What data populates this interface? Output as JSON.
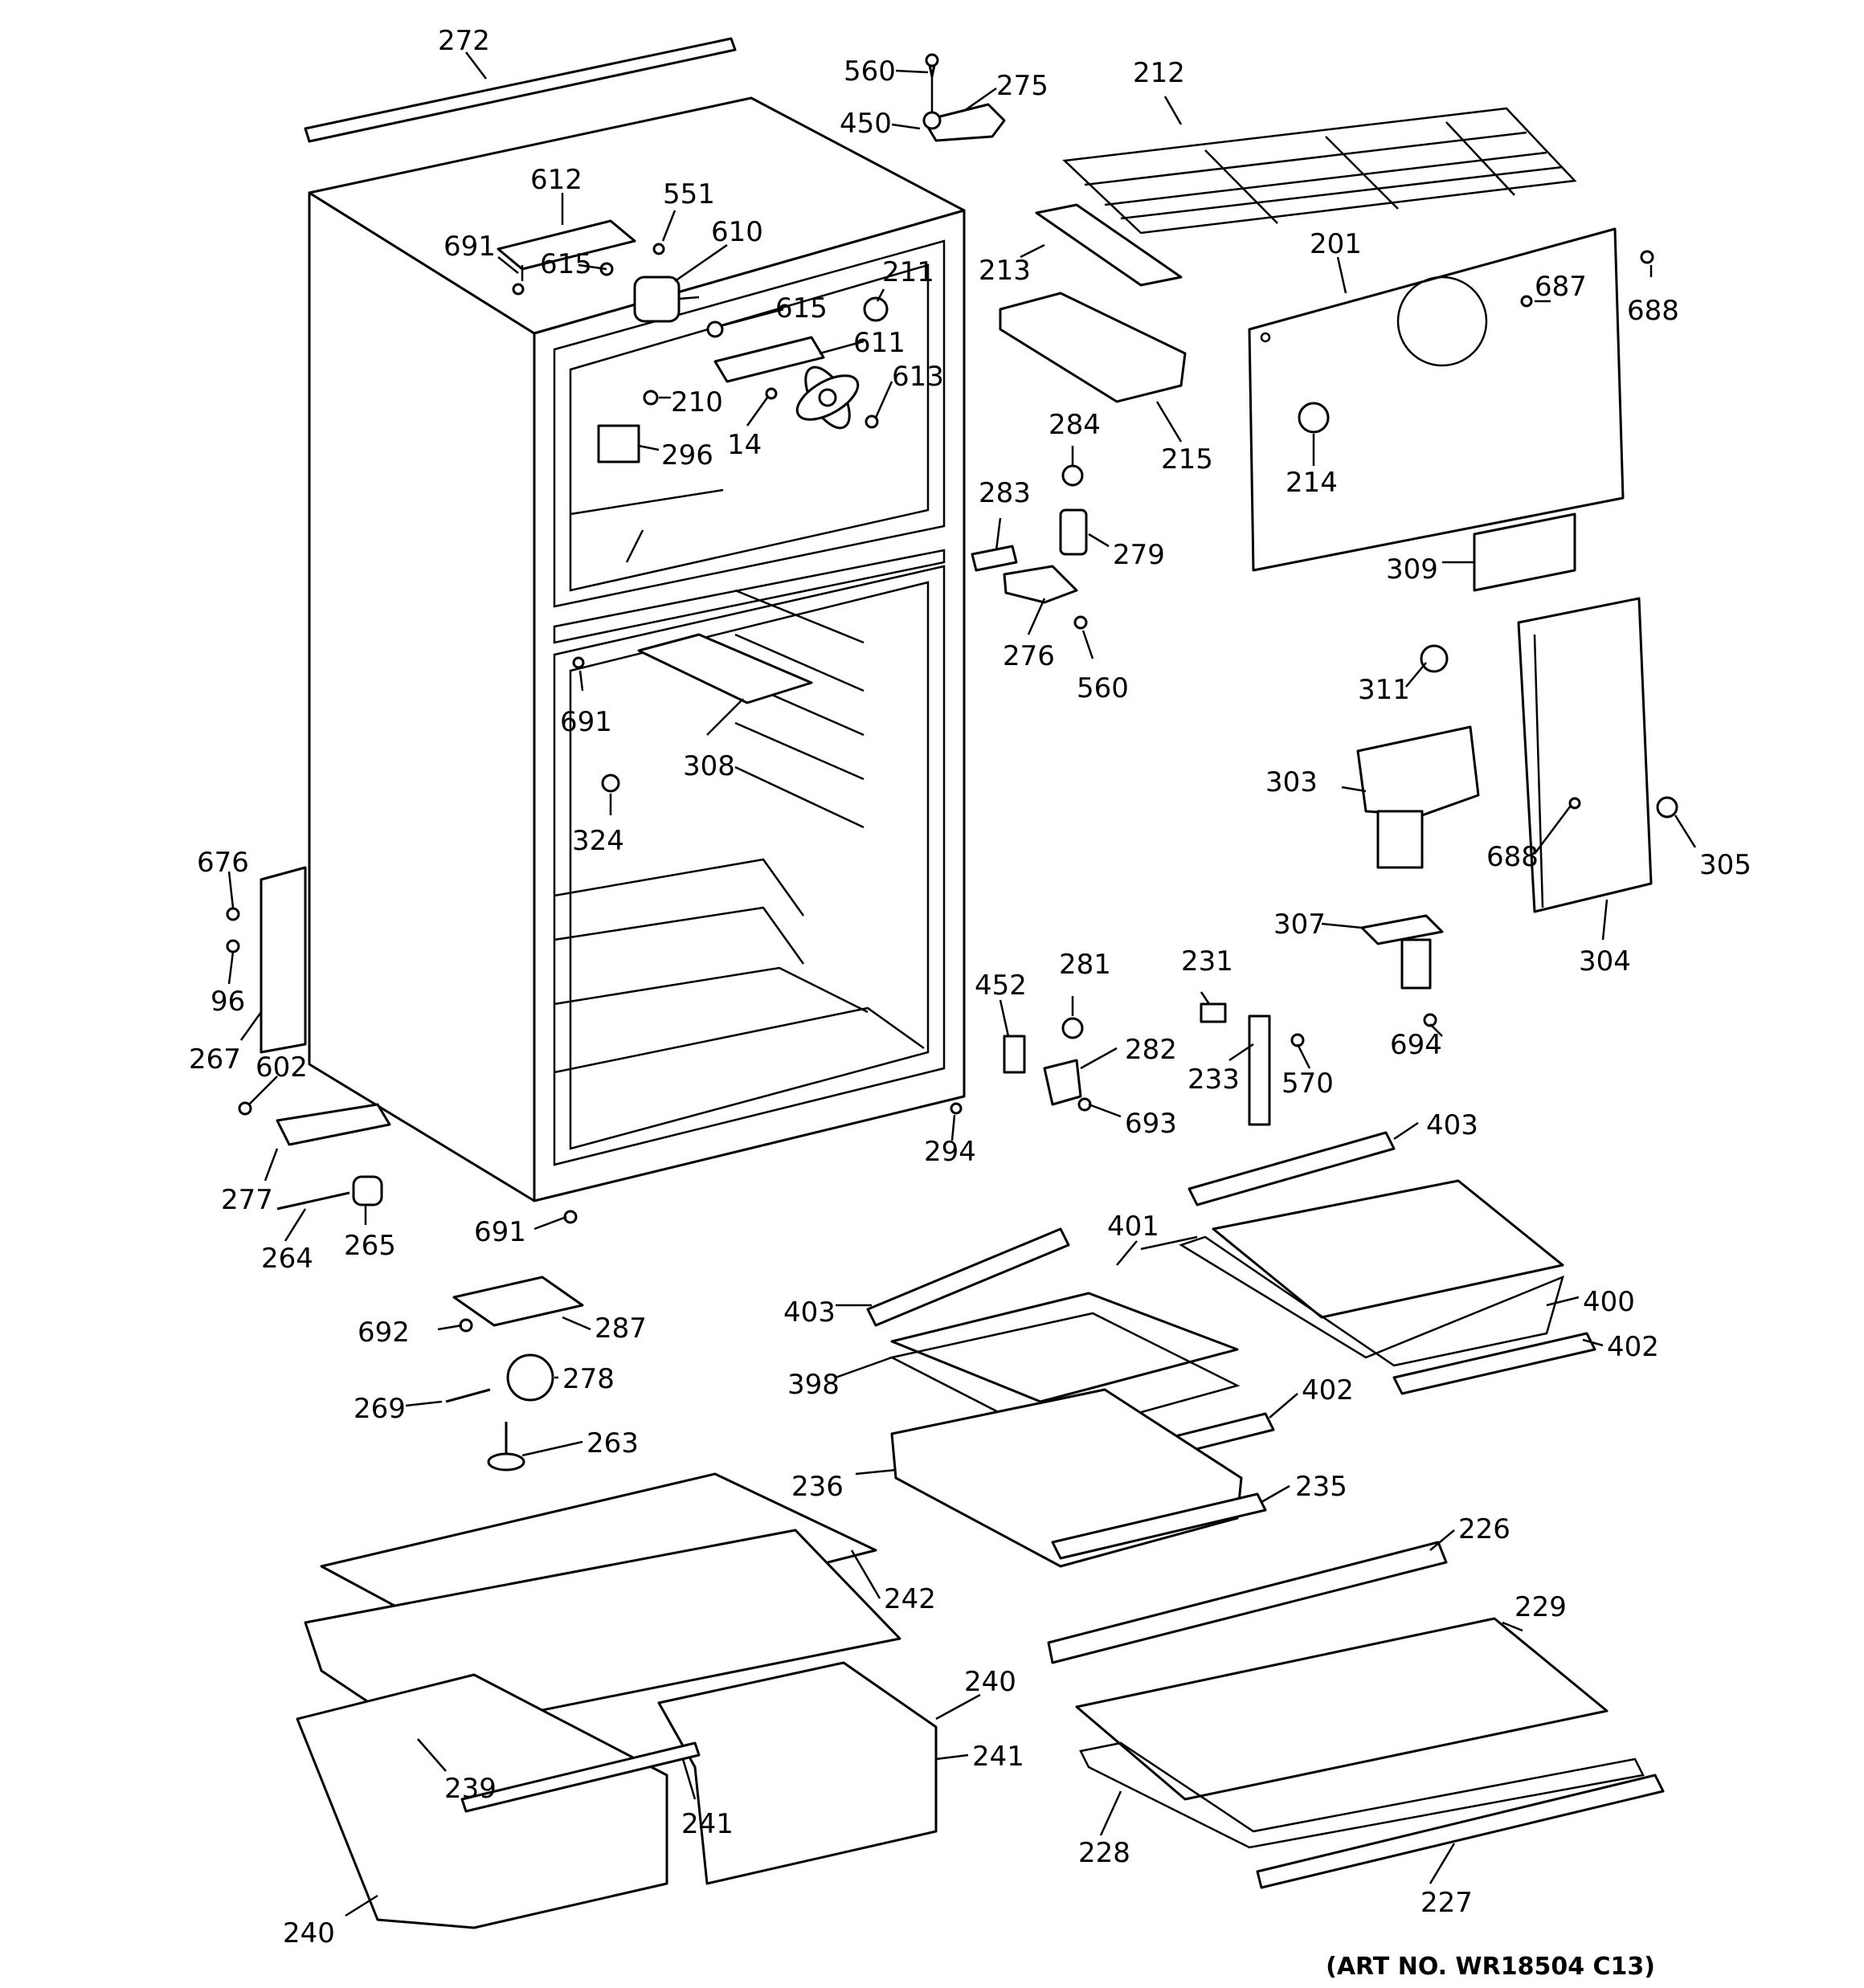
{
  "diagram": {
    "art_number": "(ART NO. WR18504 C13)",
    "callouts": {
      "c272": "272",
      "c560a": "560",
      "c275": "275",
      "c212": "212",
      "c450": "450",
      "c612": "612",
      "c551": "551",
      "c610": "610",
      "c691a": "691",
      "c615a": "615",
      "c211": "211",
      "c615b": "615",
      "c611": "611",
      "c613": "613",
      "c210": "210",
      "c14": "14",
      "c296": "296",
      "c213": "213",
      "c201": "201",
      "c687": "687",
      "c688a": "688",
      "c215": "215",
      "c284": "284",
      "c214": "214",
      "c283": "283",
      "c279": "279",
      "c309": "309",
      "c276": "276",
      "c560b": "560",
      "c691b": "691",
      "c308": "308",
      "c324": "324",
      "c311": "311",
      "c303": "303",
      "c688b": "688",
      "c305": "305",
      "c304": "304",
      "c307": "307",
      "c676": "676",
      "c96": "96",
      "c267": "267",
      "c602": "602",
      "c277": "277",
      "c264": "264",
      "c265": "265",
      "c691c": "691",
      "c452": "452",
      "c281": "281",
      "c231": "231",
      "c282": "282",
      "c233": "233",
      "c570": "570",
      "c693": "693",
      "c294": "294",
      "c694": "694",
      "c403a": "403",
      "c401": "401",
      "c403b": "403",
      "c400": "400",
      "c402a": "402",
      "c398": "398",
      "c402b": "402",
      "c692": "692",
      "c287": "287",
      "c278": "278",
      "c269": "269",
      "c263": "263",
      "c236": "236",
      "c235": "235",
      "c226": "226",
      "c229": "229",
      "c242": "242",
      "c240a": "240",
      "c241a": "241",
      "c239": "239",
      "c241b": "241",
      "c228": "228",
      "c227": "227",
      "c240b": "240"
    }
  }
}
